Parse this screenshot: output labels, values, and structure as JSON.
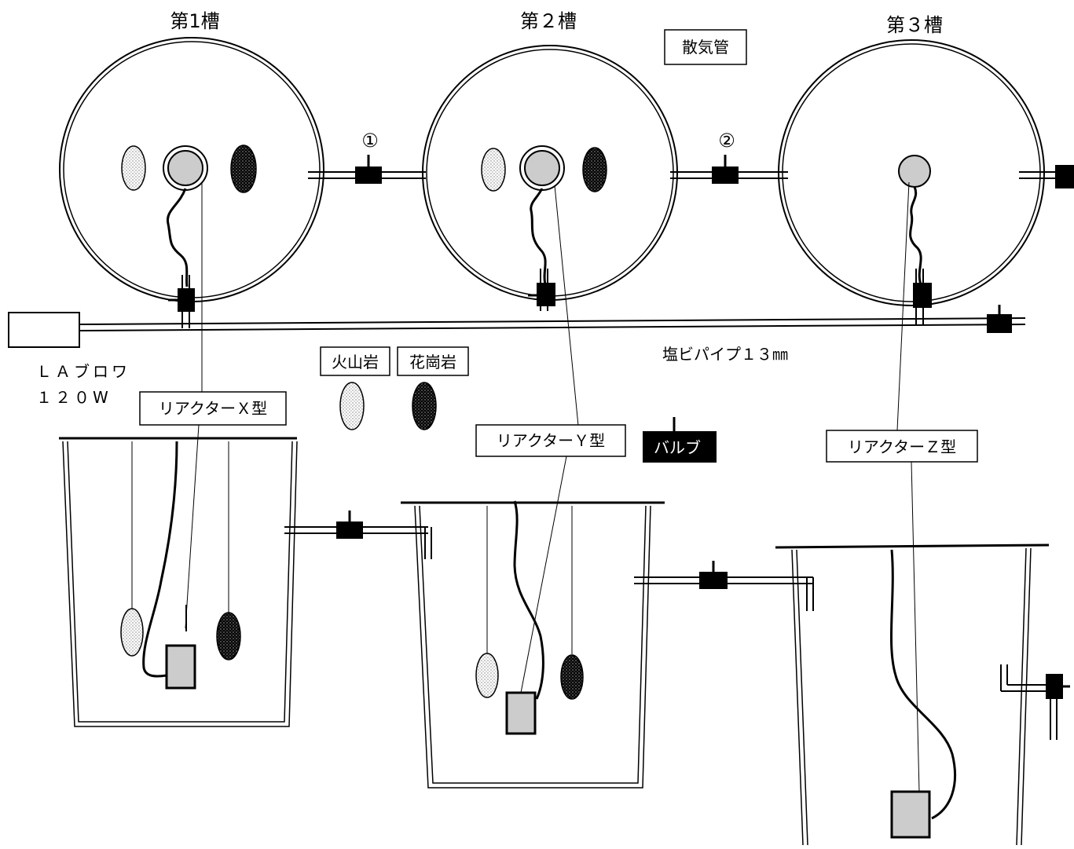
{
  "tanks": [
    {
      "title": "第1槽",
      "reactor_label": "リアクターＸ型"
    },
    {
      "title": "第２槽",
      "reactor_label": "リアクターＹ型"
    },
    {
      "title": "第３槽",
      "reactor_label": "リアクターＺ型"
    }
  ],
  "connections": [
    "①",
    "②"
  ],
  "legend": {
    "diffuser": "散気管",
    "volcanic_rock": "火山岩",
    "granite": "花崗岩",
    "valve": "バルブ"
  },
  "blower": {
    "line1": "ＬＡブロワ",
    "line2": "１２０W"
  },
  "pipe_label": "塩ビパイプ１３㎜",
  "colors": {
    "line": "#000000",
    "reactor": "#cccccc",
    "background": "#ffffff"
  }
}
